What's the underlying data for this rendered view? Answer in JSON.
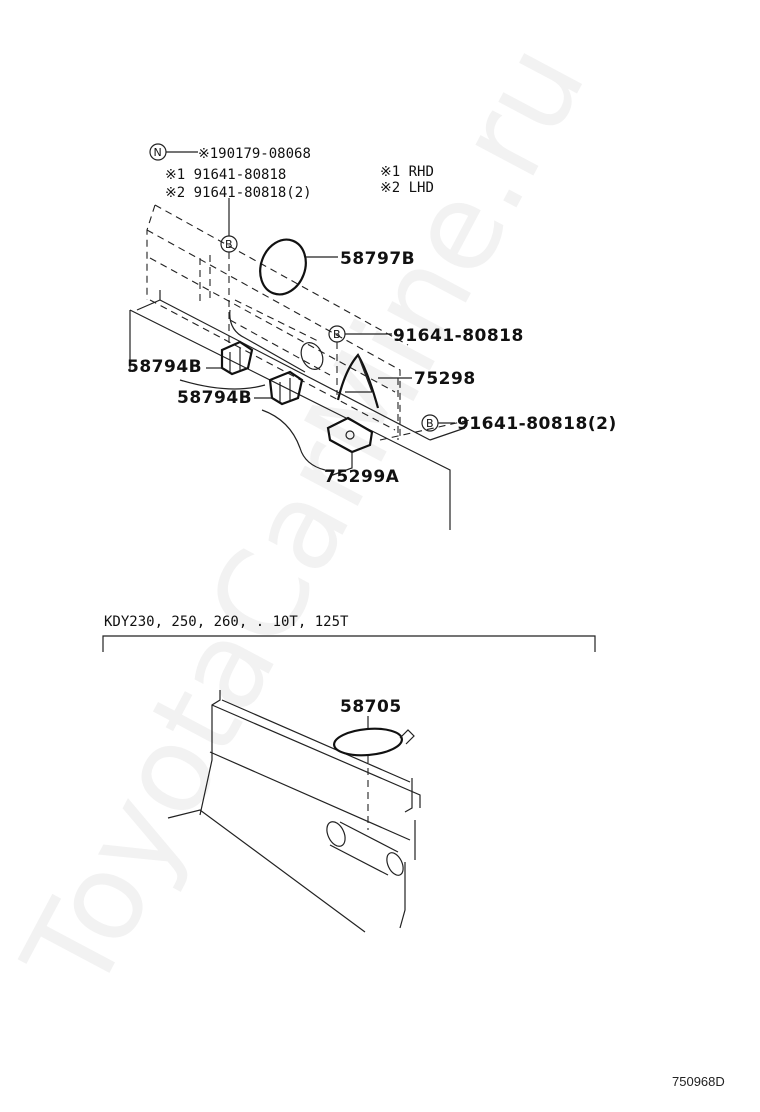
{
  "watermark": "ToyotaCarMine.ru",
  "top_diagram": {
    "callout_n": {
      "letter": "N",
      "part": "※190179-08068"
    },
    "note_lines": [
      "※1 91641-80818",
      "※2 91641-80818(2)"
    ],
    "legend": [
      "※1  RHD",
      "※2  LHD"
    ],
    "labels": {
      "p58797b": "58797B",
      "p91641_a": "91641-80818",
      "p75298": "75298",
      "p91641_b": "91641-80818(2)",
      "p58794b_1": "58794B",
      "p58794b_2": "58794B",
      "p75299a": "75299A"
    },
    "callout_b": "B"
  },
  "bottom_diagram": {
    "header": "KDY230, 250, 260, . 10T, 125T",
    "labels": {
      "p58705": "58705"
    }
  },
  "figure_code": "750968D"
}
